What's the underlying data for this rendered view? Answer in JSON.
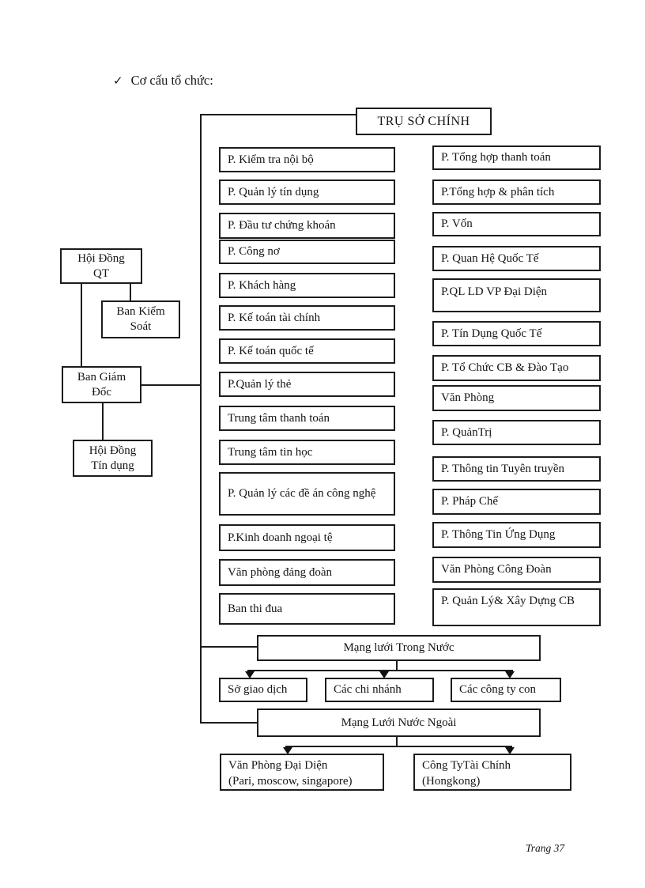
{
  "heading": {
    "check": "✓",
    "text": "Cơ cấu tổ chức:"
  },
  "footer": {
    "page_label": "Trang 37"
  },
  "org": {
    "root": "TRỤ SỞ CHÍNH",
    "governance": {
      "board": "Hội Đồng\nQT",
      "supervisory": "Ban Kiểm\nSoát",
      "management": "Ban Giám\nĐốc",
      "credit_council": "Hội Đồng\nTín dụng"
    },
    "left": [
      "P. Kiểm tra nội bộ",
      "P. Quản lý tín dụng",
      "P. Đầu tư chứng khoán",
      "P. Công nơ",
      "P. Khách hàng",
      "P. Kế toán tài chính",
      "P. Kế toán quốc tế",
      "P.Quản lý thẻ",
      "Trung tâm thanh toán",
      "Trung tâm tin học",
      "P. Quản lý các đề án công nghệ",
      "P.Kinh doanh ngoại tệ",
      "Văn phòng đảng đoàn",
      "Ban thi đua"
    ],
    "right": [
      "P. Tổng hợp thanh toán",
      "P.Tổng hợp & phân tích",
      "P. Vốn",
      "P. Quan Hệ Quốc Tế",
      "P.QL LD VP Đại Diện",
      "P. Tín Dụng Quốc Tế",
      "P. Tổ Chức CB & Đào Tạo",
      "Văn Phòng",
      "P. QuảnTrị",
      "P. Thông tin Tuyên truyền",
      "P. Pháp Chế",
      "P. Thông Tin Ứng Dụng",
      "Văn Phòng Công Đoàn",
      "P. Quản Lý& Xây Dựng CB"
    ],
    "domestic": {
      "title": "Mạng lưới Trong Nước",
      "children": [
        "Sở giao dịch",
        "Các chi nhánh",
        "Các công ty con"
      ]
    },
    "foreign": {
      "title": "Mạng Lưới Nước Ngoài",
      "children": [
        "Văn Phòng Đại Diện\n(Pari, moscow, singapore)",
        "Công TyTài Chính\n(Hongkong)"
      ]
    }
  }
}
